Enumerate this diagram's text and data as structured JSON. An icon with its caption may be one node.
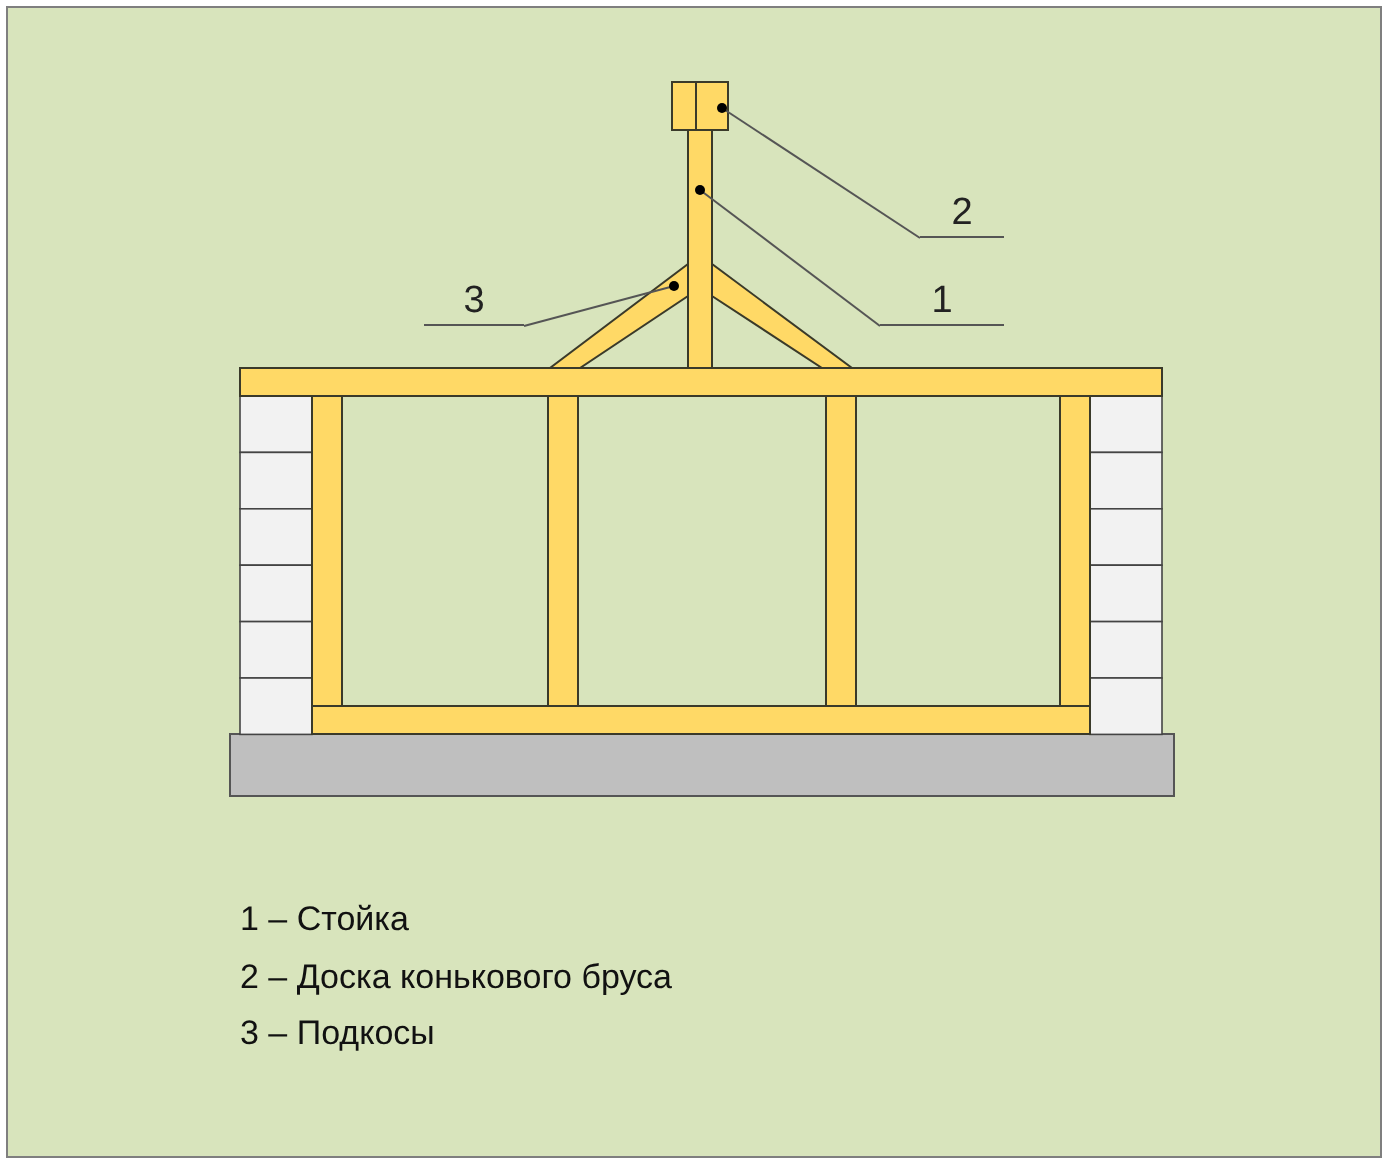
{
  "diagram": {
    "nodes": [
      {
        "text": [
          "2"
        ]
      },
      {
        "text": [
          "3"
        ]
      },
      {
        "text": [
          "1"
        ]
      },
      {
        "text": [],
        "shape": "box"
      },
      {
        "text": [],
        "shape": "bar"
      },
      {
        "text": [],
        "shape": "bar"
      }
    ],
    "edges": [
      {
        "from": 0,
        "to": 3,
        "arrow": "other"
      },
      {
        "from": 1,
        "to": 5,
        "arrow": "other"
      },
      {
        "from": 2,
        "to": 4,
        "arrow": "other"
      }
    ],
    "labels": [
      "1 – Стойка",
      "2 – Доска конькового бруса",
      "3 – Подкосы"
    ]
  }
}
